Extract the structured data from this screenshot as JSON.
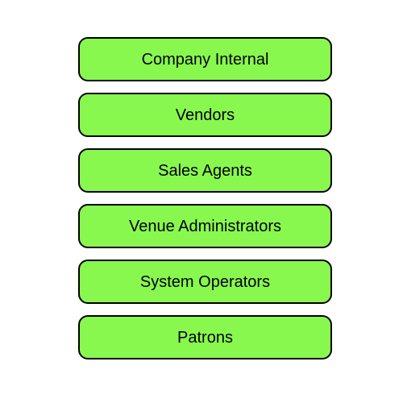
{
  "diagram": {
    "box_fill": "#88f84f",
    "box_border": "#000000",
    "text_color": "#000000",
    "layers": [
      {
        "id": "company-internal",
        "label": "Company Internal"
      },
      {
        "id": "vendors",
        "label": "Vendors"
      },
      {
        "id": "sales-agents",
        "label": "Sales Agents"
      },
      {
        "id": "venue-administrators",
        "label": "Venue Administrators"
      },
      {
        "id": "system-operators",
        "label": "System Operators"
      },
      {
        "id": "patrons",
        "label": "Patrons"
      }
    ]
  }
}
